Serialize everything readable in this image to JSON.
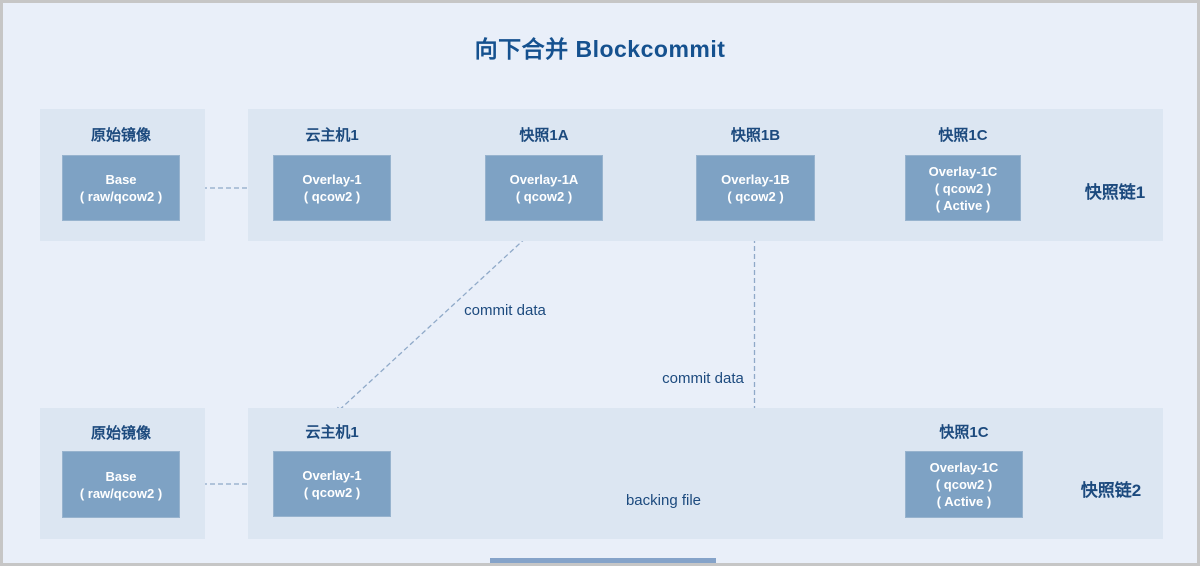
{
  "title": "向下合并 Blockcommit",
  "chain1": {
    "name": "快照链1",
    "origin": {
      "label": "原始镜像",
      "box": [
        "Base",
        "( raw/qcow2 )"
      ]
    },
    "nodes": [
      {
        "label": "云主机1",
        "box": [
          "Overlay-1",
          "( qcow2 )"
        ]
      },
      {
        "label": "快照1A",
        "box": [
          "Overlay-1A",
          "( qcow2 )"
        ]
      },
      {
        "label": "快照1B",
        "box": [
          "Overlay-1B",
          "( qcow2 )"
        ]
      },
      {
        "label": "快照1C",
        "box": [
          "Overlay-1C",
          "( qcow2 )",
          "( Active )"
        ]
      }
    ]
  },
  "chain2": {
    "name": "快照链2",
    "origin": {
      "label": "原始镜像",
      "box": [
        "Base",
        "( raw/qcow2 )"
      ]
    },
    "nodes": [
      {
        "label": "云主机1",
        "box": [
          "Overlay-1",
          "( qcow2 )"
        ]
      },
      {
        "label": "快照1C",
        "box": [
          "Overlay-1C",
          "( qcow2 )",
          "( Active )"
        ]
      }
    ]
  },
  "annotations": {
    "commit_data_a": "commit data",
    "commit_data_b": "commit data",
    "backing_file": "backing file"
  },
  "colors": {
    "background": "#e9eff9",
    "panel": "#dce6f2",
    "box": "#7ea2c4",
    "box_border": "#97b3ce",
    "box_text": "#ffffff",
    "label": "#1c4a7e",
    "title": "#15518f",
    "arrow": "#8fa9c8",
    "frame_border": "#c6c6c6",
    "scroll_thumb": "#85a3c9"
  }
}
